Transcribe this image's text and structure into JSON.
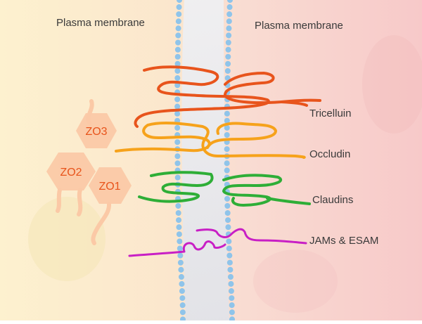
{
  "labels": {
    "membrane_left": "Plasma membrane",
    "membrane_right": "Plasma membrane",
    "tricelluin": "Tricelluin",
    "occludin": "Occludin",
    "claudins": "Claudins",
    "jams": "JAMs & ESAM"
  },
  "zo_proteins": [
    "ZO3",
    "ZO2",
    "ZO1"
  ],
  "colors": {
    "tricelluin": "#e8541c",
    "occludin": "#f6a21b",
    "claudins": "#2eae37",
    "jams": "#c81fc5",
    "membrane": "#8fc4ea",
    "zo_fill": "#fbc9a6"
  }
}
